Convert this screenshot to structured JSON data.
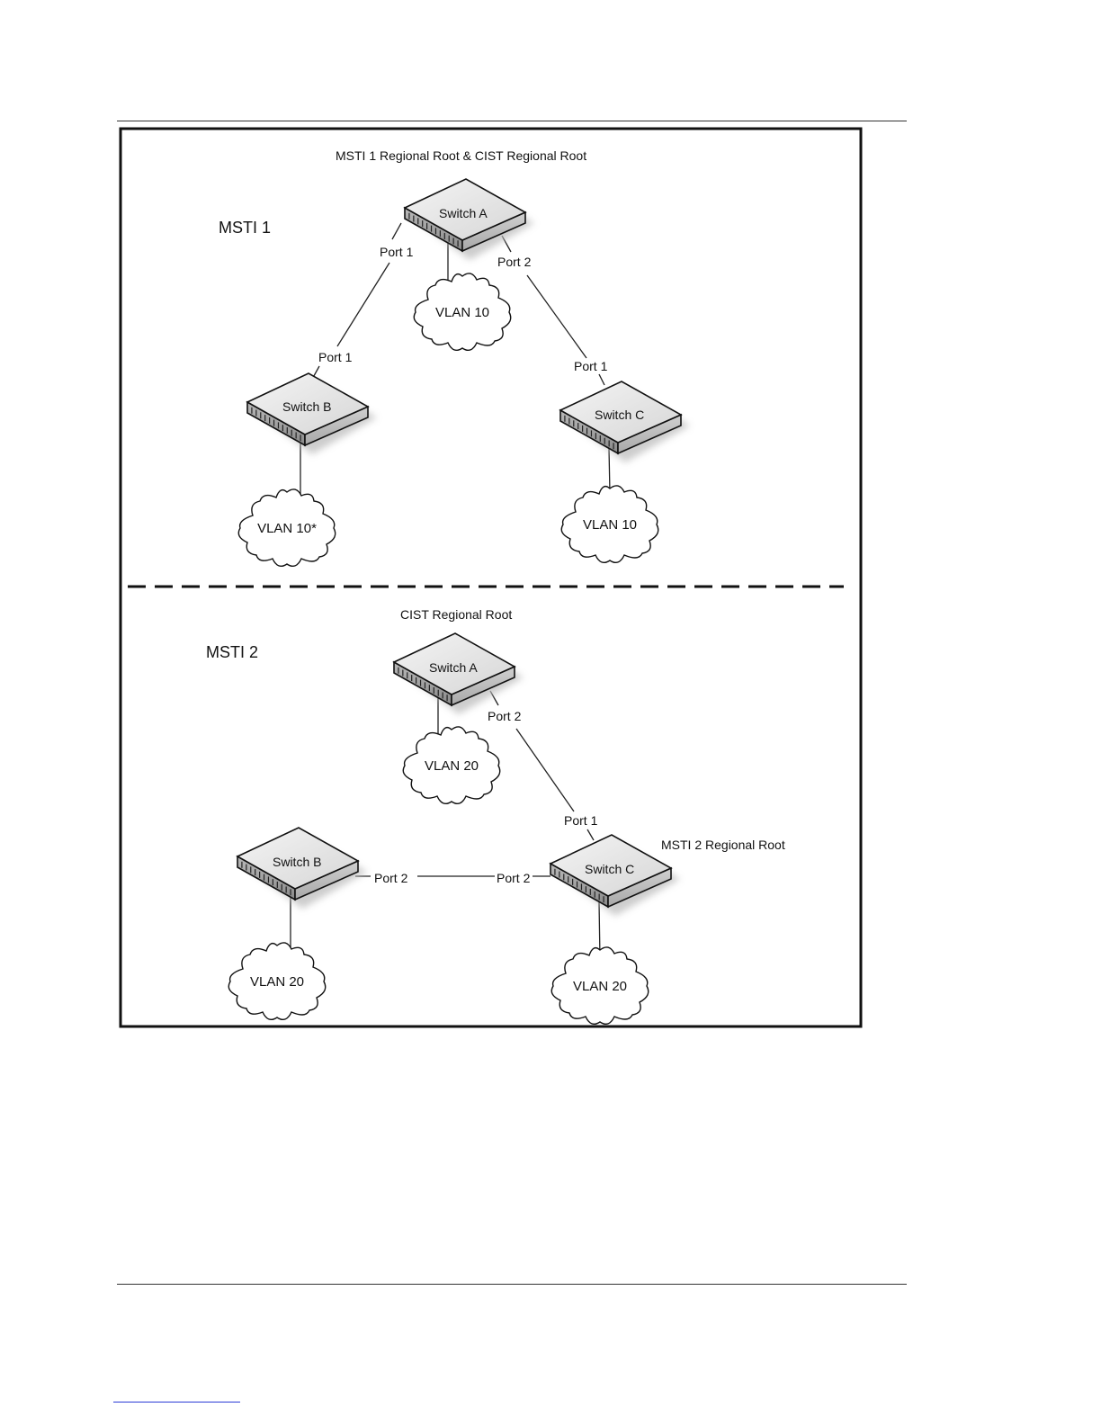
{
  "mst_diagram": {
    "msti1": {
      "instance_label": "MSTI 1",
      "root_caption": "MSTI 1 Regional Root & CIST Regional Root",
      "switches": {
        "a": "Switch A",
        "b": "Switch B",
        "c": "Switch C"
      },
      "ports": {
        "a_p1": "Port 1",
        "a_p2": "Port 2",
        "b_p1": "Port 1",
        "c_p1": "Port 1"
      },
      "vlans": {
        "a": "VLAN 10",
        "b": "VLAN 10*",
        "c": "VLAN 10"
      }
    },
    "msti2": {
      "instance_label": "MSTI 2",
      "root_caption": "CIST Regional Root",
      "c_caption": "MSTI 2 Regional Root",
      "switches": {
        "a": "Switch A",
        "b": "Switch B",
        "c": "Switch C"
      },
      "ports": {
        "a_p2": "Port 2",
        "c_p1": "Port 1",
        "b_p2": "Port 2",
        "c_p2": "Port 2"
      },
      "vlans": {
        "a": "VLAN 20",
        "b": "VLAN 20",
        "c": "VLAN 20"
      }
    }
  }
}
